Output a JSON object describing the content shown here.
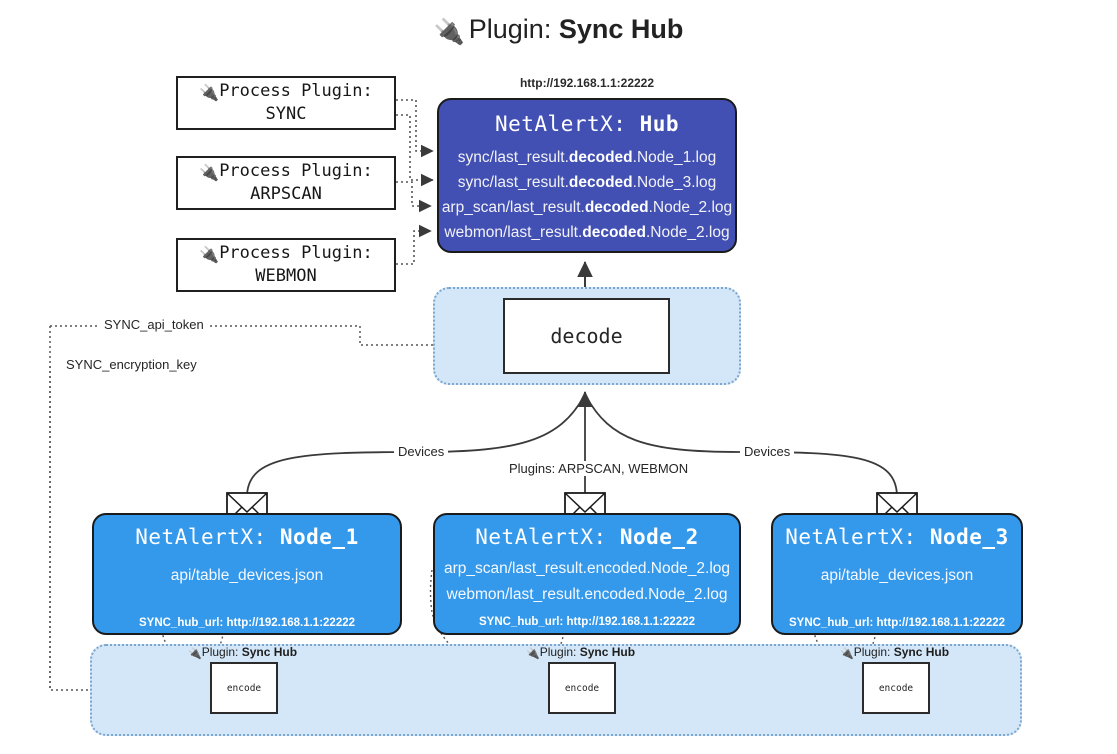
{
  "title": {
    "icon": "plug-icon",
    "prefix": "Plugin:",
    "name": "Sync Hub"
  },
  "process_plugins": [
    {
      "icon": "plug-icon",
      "label": "Process Plugin:",
      "name": "SYNC"
    },
    {
      "icon": "plug-icon",
      "label": "Process Plugin:",
      "name": "ARPSCAN"
    },
    {
      "icon": "plug-icon",
      "label": "Process Plugin:",
      "name": "WEBMON"
    }
  ],
  "hub": {
    "url": "http://192.168.1.1:22222",
    "title_prefix": "NetAlertX:",
    "title_name": "Hub",
    "rows": [
      {
        "pre": "sync/last_result.",
        "mid": "decoded",
        "post": ".Node_1.log"
      },
      {
        "pre": "sync/last_result.",
        "mid": "decoded",
        "post": ".Node_3.log"
      },
      {
        "pre": "arp_scan/last_result.",
        "mid": "decoded",
        "post": ".Node_2.log"
      },
      {
        "pre": "webmon/last_result.",
        "mid": "decoded",
        "post": ".Node_2.log"
      }
    ]
  },
  "decode": {
    "label": "decode"
  },
  "secrets": {
    "api_token": "SYNC_api_token",
    "encryption_key": "SYNC_encryption_key"
  },
  "edges": {
    "devices_left": "Devices",
    "devices_right": "Devices",
    "plugins": "Plugins: ARPSCAN, WEBMON"
  },
  "nodes": [
    {
      "title_prefix": "NetAlertX:",
      "title_name": "Node_1",
      "mail_icon": "envelope-icon",
      "rows": [
        "api/table_devices.json"
      ],
      "url_label": "SYNC_hub_url: http://192.168.1.1:22222"
    },
    {
      "title_prefix": "NetAlertX:",
      "title_name": "Node_2",
      "mail_icon": "envelope-icon",
      "rows": [
        "arp_scan/last_result.encoded.Node_2.log",
        "webmon/last_result.encoded.Node_2.log"
      ],
      "url_label": "SYNC_hub_url: http://192.168.1.1:22222"
    },
    {
      "title_prefix": "NetAlertX:",
      "title_name": "Node_3",
      "mail_icon": "envelope-icon",
      "rows": [
        "api/table_devices.json"
      ],
      "url_label": "SYNC_hub_url: http://192.168.1.1:22222"
    }
  ],
  "encoders": [
    {
      "icon": "plug-icon",
      "label": "Plugin:",
      "name": "Sync Hub",
      "box": "encode"
    },
    {
      "icon": "plug-icon",
      "label": "Plugin:",
      "name": "Sync Hub",
      "box": "encode"
    },
    {
      "icon": "plug-icon",
      "label": "Plugin:",
      "name": "Sync Hub",
      "box": "encode"
    }
  ],
  "colors": {
    "hub_fill": "#4250b4",
    "node_fill": "#3498eb",
    "container_fill": "#d4e7f8",
    "container_border": "#7ba6cf",
    "stroke": "#2b2b2b"
  }
}
